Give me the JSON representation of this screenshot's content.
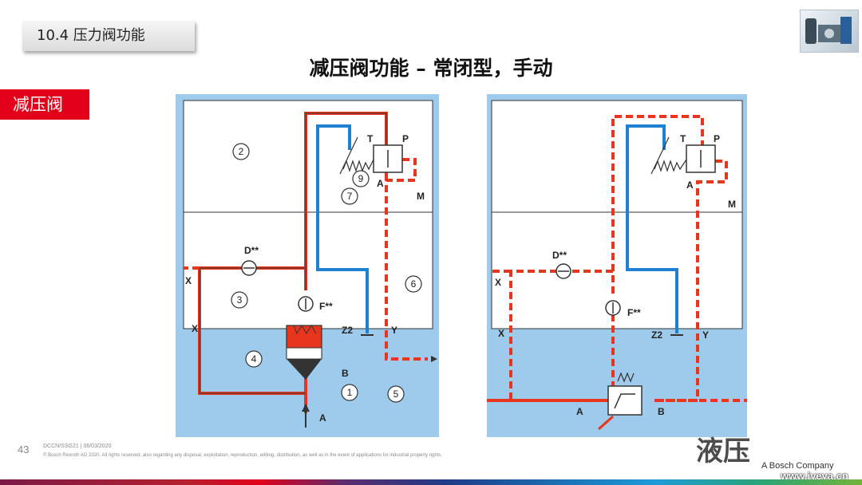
{
  "header": {
    "section_tab": "10.4 压力阀功能",
    "slide_title": "减压阀功能 – 常闭型，手动",
    "topic_tag": "减压阀"
  },
  "left_diagram": {
    "labels": {
      "T": "T",
      "P": "P",
      "A_top": "A",
      "M": "M",
      "D": "D**",
      "F": "F**",
      "X_top": "X",
      "X_bottom": "X",
      "Z2": "Z2",
      "Y": "Y",
      "B": "B",
      "A_bottom": "A"
    },
    "callouts": [
      "1",
      "2",
      "3",
      "4",
      "5",
      "6",
      "7",
      "9"
    ]
  },
  "right_diagram": {
    "labels": {
      "T": "T",
      "P": "P",
      "A_top": "A",
      "M": "M",
      "D": "D**",
      "F": "F**",
      "X_top": "X",
      "X_bottom": "X",
      "Z2": "Z2",
      "Y": "Y",
      "A_bottom": "A",
      "B": "B"
    }
  },
  "footer": {
    "page_number": "43",
    "meta": "DCCN/SSG21 | 06/03/2020",
    "copyright": "© Bosch Rexroth AG 2020. All rights reserved, also regarding any disposal, exploitation, reproduction, editing, distribution, as well as in the event of applications for industrial property rights.",
    "watermark_cn": "液压",
    "bosch": "A Bosch Company",
    "watermark_url": "www.iyeya.cn"
  },
  "colors": {
    "accent_red": "#e3001b",
    "pressure_line": "#e8351d",
    "tank_line": "#1f7fd1",
    "panel_fill": "#ffffff",
    "housing_fill": "#9ecbec"
  }
}
